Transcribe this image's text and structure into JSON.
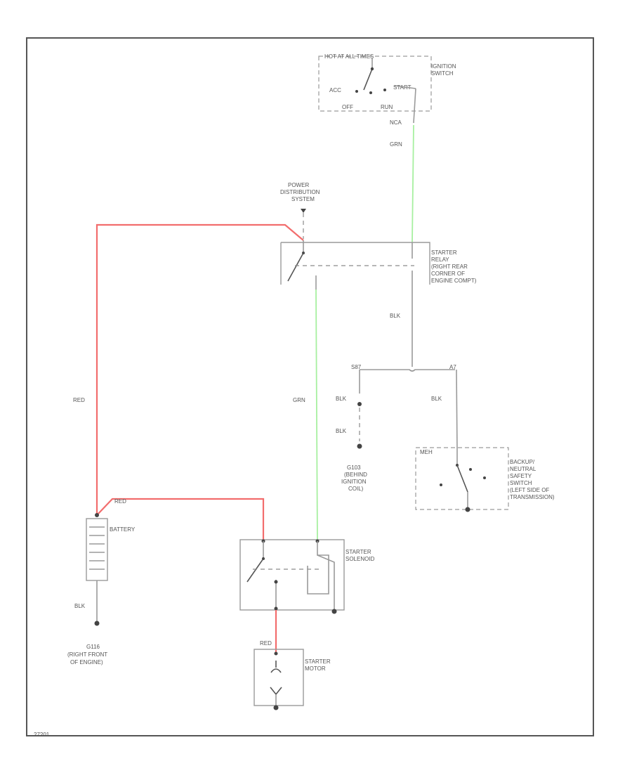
{
  "colors": {
    "red_wire": "#f26d6d",
    "green_wire": "#a7f0a0",
    "frame": "#555555"
  },
  "labels": {
    "ignition_hot": "HOT AT ALL TIMES",
    "ignition_switch_1": "IGNITION",
    "ignition_switch_2": "SWITCH",
    "acc": "ACC",
    "start": "START",
    "off": "OFF",
    "run": "RUN",
    "connector_ign": "NCA",
    "wire_grn_1": "GRN",
    "pds_1": "POWER",
    "pds_2": "DISTRIBUTION",
    "pds_3": "SYSTEM",
    "relay_1": "STARTER",
    "relay_2": "RELAY",
    "relay_3": "(RIGHT REAR",
    "relay_4": "CORNER OF",
    "relay_5": "ENGINE COMPT)",
    "wire_blk_relay": "BLK",
    "splice_left": "S87",
    "splice_right": "A7",
    "wire_blk_2": "BLK",
    "wire_blk_3": "BLK",
    "wire_blk_4": "BLK",
    "g_ign_1": "G103",
    "g_ign_2": "(BEHIND",
    "g_ign_3": "IGNITION",
    "g_ign_4": "COIL)",
    "wire_red_left": "RED",
    "wire_grn_2": "GRN",
    "neutral_conn": "MEH",
    "neutral_1": "BACKUP/",
    "neutral_2": "NEUTRAL",
    "neutral_3": "SAFETY",
    "neutral_4": "SWITCH",
    "neutral_5": "(LEFT SIDE OF",
    "neutral_6": "TRANSMISSION)",
    "wire_red_top": "RED",
    "battery": "BATTERY",
    "solenoid_1": "STARTER",
    "solenoid_2": "SOLENOID",
    "wire_blk_batt": "BLK",
    "g_batt_1": "G116",
    "g_batt_2": "(RIGHT FRONT",
    "g_batt_3": "OF ENGINE)",
    "wire_red_motor": "RED",
    "motor_1": "STARTER",
    "motor_2": "MOTOR",
    "figure_id": "27201"
  }
}
